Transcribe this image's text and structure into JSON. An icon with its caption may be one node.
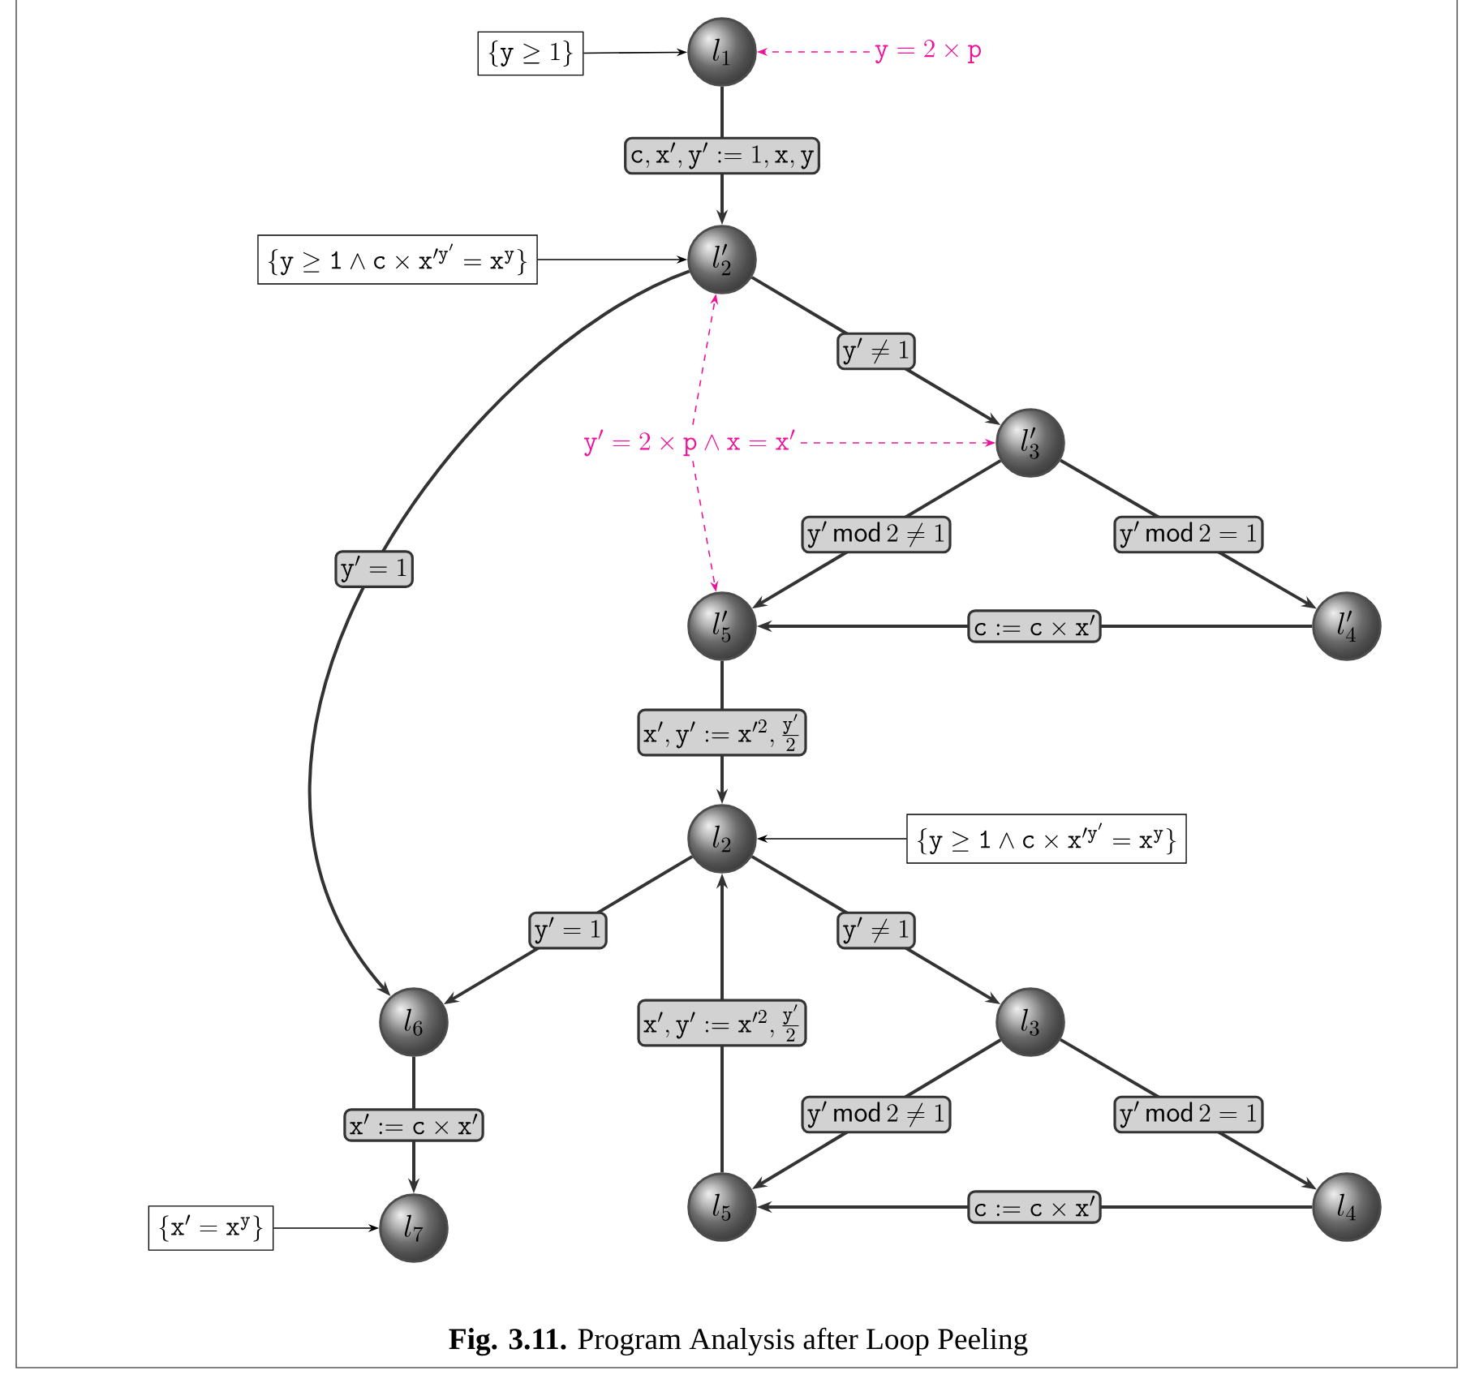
{
  "diagram": {
    "caption": "**Fig. 3.11.** Program Analysis after Loop Peeling",
    "nodes": [
      {
        "text": [
          "\\{\\mathtt{y} \\geq 1\\}"
        ]
      },
      {
        "text": [
          "l_1"
        ]
      },
      {
        "text": [
          "\\mathtt{y} = 2 \\times \\mathtt{p}"
        ]
      },
      {
        "text": [
          "\\{\\mathtt{y} \\geq \\mathtt{1} \\land \\mathtt{c} \\times \\mathtt{x}'^{\\mathtt{y}'} = \\mathtt{x}^{\\mathtt{y}}\\}"
        ]
      },
      {
        "text": [
          "l'_2"
        ]
      },
      {
        "text": [
          "\\mathtt{y}' = 2 \\times \\mathtt{p} \\land \\mathtt{x} = \\mathtt{x}'"
        ]
      },
      {
        "text": [
          "l'_3"
        ]
      },
      {
        "text": [
          "l'_5"
        ]
      },
      {
        "text": [
          "l'_4"
        ]
      },
      {
        "text": [
          "l_2"
        ]
      },
      {
        "text": [
          "\\{\\mathtt{y} \\geq \\mathtt{1} \\land \\mathtt{c} \\times \\mathtt{x}'^{\\mathtt{y}'} = \\mathtt{x}^{\\mathtt{y}}\\}"
        ]
      },
      {
        "text": [
          "l_6"
        ]
      },
      {
        "text": [
          "l_3"
        ]
      },
      {
        "text": [
          "l_5"
        ]
      },
      {
        "text": [
          "l_4"
        ]
      },
      {
        "text": [
          "\\{\\mathtt{x}' = \\mathtt{x}^{\\mathtt{y}}\\}"
        ]
      },
      {
        "text": [
          "l_7"
        ]
      }
    ],
    "edges": [
      {
        "from": 0,
        "to": 1,
        "arrow": "to"
      },
      {
        "from": 2,
        "to": 1,
        "arrow": "to",
        "style": "dashed",
        "color": "#ee1199"
      },
      {
        "from": 1,
        "to": 4,
        "arrow": "to",
        "label": "\\mathtt{c}, \\mathtt{x}', \\mathtt{y}' := 1, \\mathtt{x}, \\mathtt{y}"
      },
      {
        "from": 3,
        "to": 4,
        "arrow": "to"
      },
      {
        "from": 4,
        "to": 6,
        "arrow": "to",
        "label": "\\mathtt{y}' \\neq 1"
      },
      {
        "from": 4,
        "to": 11,
        "arrow": "to",
        "label": "\\mathtt{y}' = 1"
      },
      {
        "from": 5,
        "to": 4,
        "arrow": "to",
        "style": "dashed",
        "color": "#ee1199"
      },
      {
        "from": 5,
        "to": 6,
        "arrow": "to",
        "style": "dashed",
        "color": "#ee1199"
      },
      {
        "from": 5,
        "to": 7,
        "arrow": "to",
        "style": "dashed",
        "color": "#ee1199"
      },
      {
        "from": 6,
        "to": 7,
        "arrow": "to",
        "label": "\\mathtt{y}' \\,\\mathsf{mod}\\, 2 \\neq 1"
      },
      {
        "from": 6,
        "to": 8,
        "arrow": "to",
        "label": "\\mathtt{y}' \\,\\mathsf{mod}\\, 2 = 1"
      },
      {
        "from": 8,
        "to": 7,
        "arrow": "to",
        "label": "\\mathtt{c} := \\mathtt{c} \\times \\mathtt{x}'"
      },
      {
        "from": 7,
        "to": 9,
        "arrow": "to",
        "label": "\\mathtt{x}', \\mathtt{y}' := \\mathtt{x}'^2, \\frac{\\mathtt{y}'}{2}"
      },
      {
        "from": 10,
        "to": 9,
        "arrow": "to"
      },
      {
        "from": 9,
        "to": 11,
        "arrow": "to",
        "label": "\\mathtt{y}' = 1"
      },
      {
        "from": 9,
        "to": 12,
        "arrow": "to",
        "label": "\\mathtt{y}' \\neq 1"
      },
      {
        "from": 12,
        "to": 13,
        "arrow": "to",
        "label": "\\mathtt{y}' \\,\\mathsf{mod}\\, 2 \\neq 1"
      },
      {
        "from": 12,
        "to": 14,
        "arrow": "to",
        "label": "\\mathtt{y}' \\,\\mathsf{mod}\\, 2 = 1"
      },
      {
        "from": 14,
        "to": 13,
        "arrow": "to",
        "label": "\\mathtt{c} := \\mathtt{c} \\times \\mathtt{x}'"
      },
      {
        "from": 13,
        "to": 9,
        "arrow": "to",
        "label": "\\mathtt{x}', \\mathtt{y}' := \\mathtt{x}'^2, \\frac{\\mathtt{y}'}{2}"
      },
      {
        "from": 11,
        "to": 16,
        "arrow": "to",
        "label": "\\mathtt{x}' := \\mathtt{c} \\times \\mathtt{x}'"
      },
      {
        "from": 15,
        "to": 16,
        "arrow": "to"
      }
    ]
  }
}
